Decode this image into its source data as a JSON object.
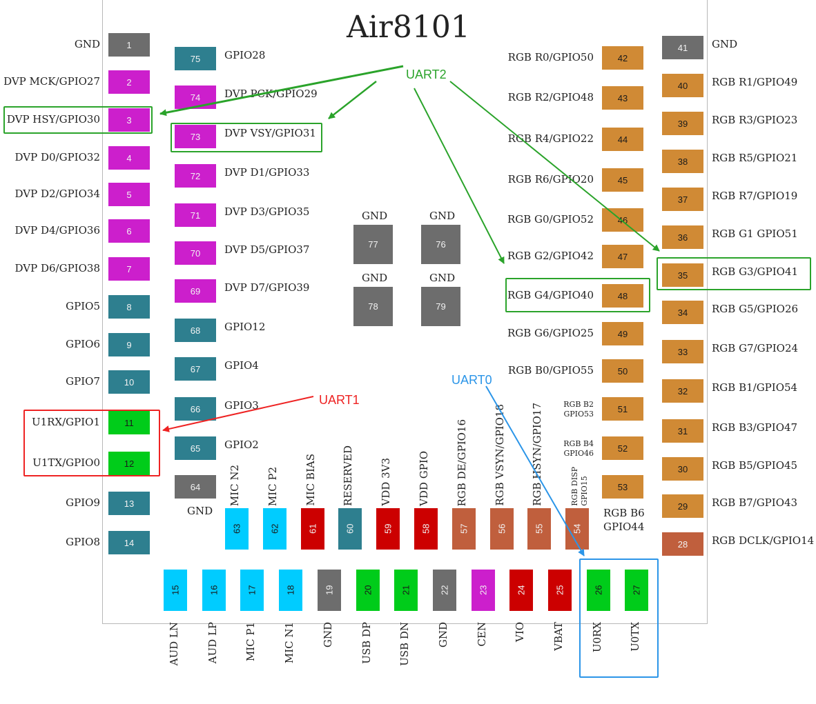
{
  "title": "Air8101",
  "colors": {
    "gray": "#6d6d6d",
    "magenta": "#cc1fcc",
    "teal": "#2e7f8f",
    "green": "#00cc1a",
    "orange": "#d08a35",
    "brown": "#c05f3d",
    "cyan": "#00ccff",
    "red": "#cc0000",
    "uart2": "#2aa32a",
    "uart1": "#ee2222",
    "uart0": "#2b95e8"
  },
  "pins": [
    {
      "num": "1",
      "label": "GND",
      "color": "gray"
    },
    {
      "num": "2",
      "label": "DVP MCK/GPIO27",
      "color": "magenta"
    },
    {
      "num": "3",
      "label": "DVP HSY/GPIO30",
      "color": "magenta"
    },
    {
      "num": "4",
      "label": "DVP D0/GPIO32",
      "color": "magenta"
    },
    {
      "num": "5",
      "label": "DVP D2/GPIO34",
      "color": "magenta"
    },
    {
      "num": "6",
      "label": "DVP D4/GPIO36",
      "color": "magenta"
    },
    {
      "num": "7",
      "label": "DVP D6/GPIO38",
      "color": "magenta"
    },
    {
      "num": "8",
      "label": "GPIO5",
      "color": "teal"
    },
    {
      "num": "9",
      "label": "GPIO6",
      "color": "teal"
    },
    {
      "num": "10",
      "label": "GPIO7",
      "color": "teal"
    },
    {
      "num": "11",
      "label": "U1RX/GPIO1",
      "color": "green"
    },
    {
      "num": "12",
      "label": "U1TX/GPIO0",
      "color": "green"
    },
    {
      "num": "13",
      "label": "GPIO9",
      "color": "teal"
    },
    {
      "num": "14",
      "label": "GPIO8",
      "color": "teal"
    },
    {
      "num": "15",
      "label": "AUD LN",
      "color": "cyan"
    },
    {
      "num": "16",
      "label": "AUD LP",
      "color": "cyan"
    },
    {
      "num": "17",
      "label": "MIC P1",
      "color": "cyan"
    },
    {
      "num": "18",
      "label": "MIC N1",
      "color": "cyan"
    },
    {
      "num": "19",
      "label": "GND",
      "color": "gray"
    },
    {
      "num": "20",
      "label": "USB DP",
      "color": "green"
    },
    {
      "num": "21",
      "label": "USB DN",
      "color": "green"
    },
    {
      "num": "22",
      "label": "GND",
      "color": "gray"
    },
    {
      "num": "23",
      "label": "CEN",
      "color": "magenta"
    },
    {
      "num": "24",
      "label": "VIO",
      "color": "red"
    },
    {
      "num": "25",
      "label": "VBAT",
      "color": "red"
    },
    {
      "num": "26",
      "label": "U0RX",
      "color": "green"
    },
    {
      "num": "27",
      "label": "U0TX",
      "color": "green"
    },
    {
      "num": "28",
      "label": "RGB DCLK/GPIO14",
      "color": "brown"
    },
    {
      "num": "29",
      "label": "RGB B7/GPIO43",
      "color": "orange"
    },
    {
      "num": "30",
      "label": "RGB B5/GPIO45",
      "color": "orange"
    },
    {
      "num": "31",
      "label": "RGB B3/GPIO47",
      "color": "orange"
    },
    {
      "num": "32",
      "label": "RGB B1/GPIO54",
      "color": "orange"
    },
    {
      "num": "33",
      "label": "RGB G7/GPIO24",
      "color": "orange"
    },
    {
      "num": "34",
      "label": "RGB G5/GPIO26",
      "color": "orange"
    },
    {
      "num": "35",
      "label": "RGB G3/GPIO41",
      "color": "orange"
    },
    {
      "num": "36",
      "label": "RGB G1 GPIO51",
      "color": "orange"
    },
    {
      "num": "37",
      "label": "RGB R7/GPIO19",
      "color": "orange"
    },
    {
      "num": "38",
      "label": "RGB R5/GPIO21",
      "color": "orange"
    },
    {
      "num": "39",
      "label": "RGB R3/GPIO23",
      "color": "orange"
    },
    {
      "num": "40",
      "label": "RGB R1/GPIO49",
      "color": "orange"
    },
    {
      "num": "41",
      "label": "GND",
      "color": "gray"
    },
    {
      "num": "42",
      "label": "RGB R0/GPIO50",
      "color": "orange"
    },
    {
      "num": "43",
      "label": "RGB R2/GPIO48",
      "color": "orange"
    },
    {
      "num": "44",
      "label": "RGB R4/GPIO22",
      "color": "orange"
    },
    {
      "num": "45",
      "label": "RGB R6/GPIO20",
      "color": "orange"
    },
    {
      "num": "46",
      "label": "RGB G0/GPIO52",
      "color": "orange"
    },
    {
      "num": "47",
      "label": "RGB G2/GPIO42",
      "color": "orange"
    },
    {
      "num": "48",
      "label": "RGB G4/GPIO40",
      "color": "orange"
    },
    {
      "num": "49",
      "label": "RGB G6/GPIO25",
      "color": "orange"
    },
    {
      "num": "50",
      "label": "RGB B0/GPIO55",
      "color": "orange"
    },
    {
      "num": "51",
      "label": "RGB B2\nGPIO53",
      "color": "orange"
    },
    {
      "num": "52",
      "label": "RGB B4\nGPIO46",
      "color": "orange"
    },
    {
      "num": "53",
      "label": "RGB B6\nGPIO44",
      "color": "orange"
    },
    {
      "num": "54",
      "label": "RGB DISP\nGPIO15",
      "color": "brown"
    },
    {
      "num": "55",
      "label": "RGB HSYN/GPIO17",
      "color": "brown"
    },
    {
      "num": "56",
      "label": "RGB VSYN/GPIO18",
      "color": "brown"
    },
    {
      "num": "57",
      "label": "RGB DE/GPIO16",
      "color": "brown"
    },
    {
      "num": "58",
      "label": "VDD GPIO",
      "color": "red"
    },
    {
      "num": "59",
      "label": "VDD 3V3",
      "color": "red"
    },
    {
      "num": "60",
      "label": "RESERVED",
      "color": "teal"
    },
    {
      "num": "61",
      "label": "MIC BIAS",
      "color": "red"
    },
    {
      "num": "62",
      "label": "MIC P2",
      "color": "cyan"
    },
    {
      "num": "63",
      "label": "MIC N2",
      "color": "cyan"
    },
    {
      "num": "64",
      "label": "GND",
      "color": "gray"
    },
    {
      "num": "65",
      "label": "GPIO2",
      "color": "teal"
    },
    {
      "num": "66",
      "label": "GPIO3",
      "color": "teal"
    },
    {
      "num": "67",
      "label": "GPIO4",
      "color": "teal"
    },
    {
      "num": "68",
      "label": "GPIO12",
      "color": "teal"
    },
    {
      "num": "69",
      "label": "DVP D7/GPIO39",
      "color": "magenta"
    },
    {
      "num": "70",
      "label": "DVP D5/GPIO37",
      "color": "magenta"
    },
    {
      "num": "71",
      "label": "DVP D3/GPIO35",
      "color": "magenta"
    },
    {
      "num": "72",
      "label": "DVP D1/GPIO33",
      "color": "magenta"
    },
    {
      "num": "73",
      "label": "DVP VSY/GPIO31",
      "color": "magenta"
    },
    {
      "num": "74",
      "label": "DVP PCK/GPIO29",
      "color": "magenta"
    },
    {
      "num": "75",
      "label": "GPIO28",
      "color": "teal"
    },
    {
      "num": "76",
      "label": "GND",
      "color": "gray"
    },
    {
      "num": "77",
      "label": "GND",
      "color": "gray"
    },
    {
      "num": "78",
      "label": "GND",
      "color": "gray"
    },
    {
      "num": "79",
      "label": "GND",
      "color": "gray"
    }
  ],
  "annotations": [
    {
      "id": "uart2",
      "text": "UART2",
      "color": "uart2"
    },
    {
      "id": "uart1",
      "text": "UART1",
      "color": "uart1"
    },
    {
      "id": "uart0",
      "text": "UART0",
      "color": "uart0"
    }
  ]
}
